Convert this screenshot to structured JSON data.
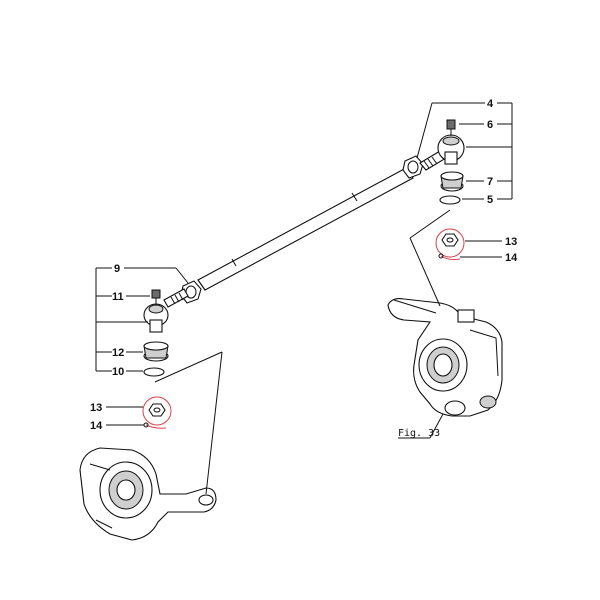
{
  "diagram": {
    "callouts": {
      "c4": "4",
      "c6": "6",
      "c7": "7",
      "c5": "5",
      "c13_right": "13",
      "c14_right": "14",
      "c9": "9",
      "c11": "11",
      "c12": "12",
      "c10": "10",
      "c13_left": "13",
      "c14_left": "14"
    },
    "figure_ref": "Fig. 33",
    "colors": {
      "line": "#111111",
      "highlight_circle": "#d9434a",
      "shade": "#cfcfcf"
    }
  }
}
